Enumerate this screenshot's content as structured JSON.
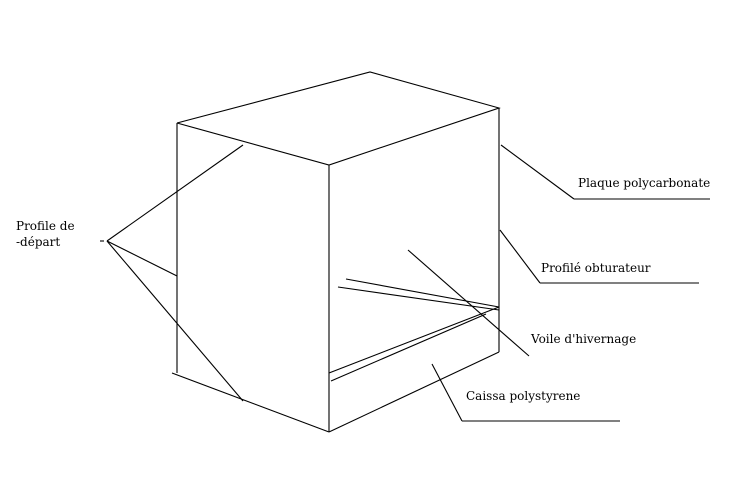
{
  "labels": {
    "profile_depart_line1": "Profile de",
    "profile_depart_line2": "-départ",
    "plaque": "Plaque polycarbonate",
    "obturateur": "Profilé obturateur",
    "voile": "Voile d'hivernage",
    "caissa": "Caissa polystyrene"
  }
}
